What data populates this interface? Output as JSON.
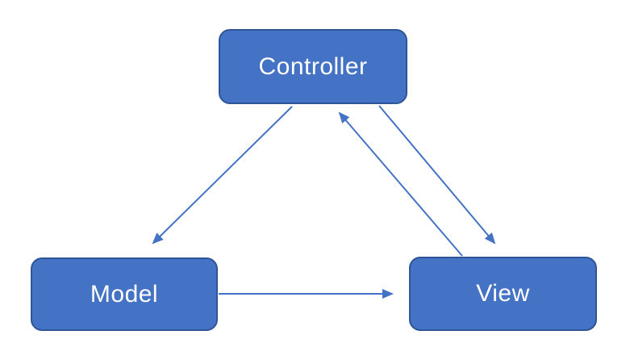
{
  "diagram": {
    "colors": {
      "node_fill": "#4472C4",
      "node_border": "#2F5597",
      "arrow": "#4472C4",
      "label_text": "#FFFFFF",
      "background": "#FFFFFF"
    },
    "nodes": [
      {
        "id": "controller",
        "label": "Controller"
      },
      {
        "id": "model",
        "label": "Model"
      },
      {
        "id": "view",
        "label": "View"
      }
    ],
    "edges": [
      {
        "from": "controller",
        "to": "model"
      },
      {
        "from": "controller",
        "to": "view"
      },
      {
        "from": "view",
        "to": "controller"
      },
      {
        "from": "model",
        "to": "view"
      }
    ]
  }
}
